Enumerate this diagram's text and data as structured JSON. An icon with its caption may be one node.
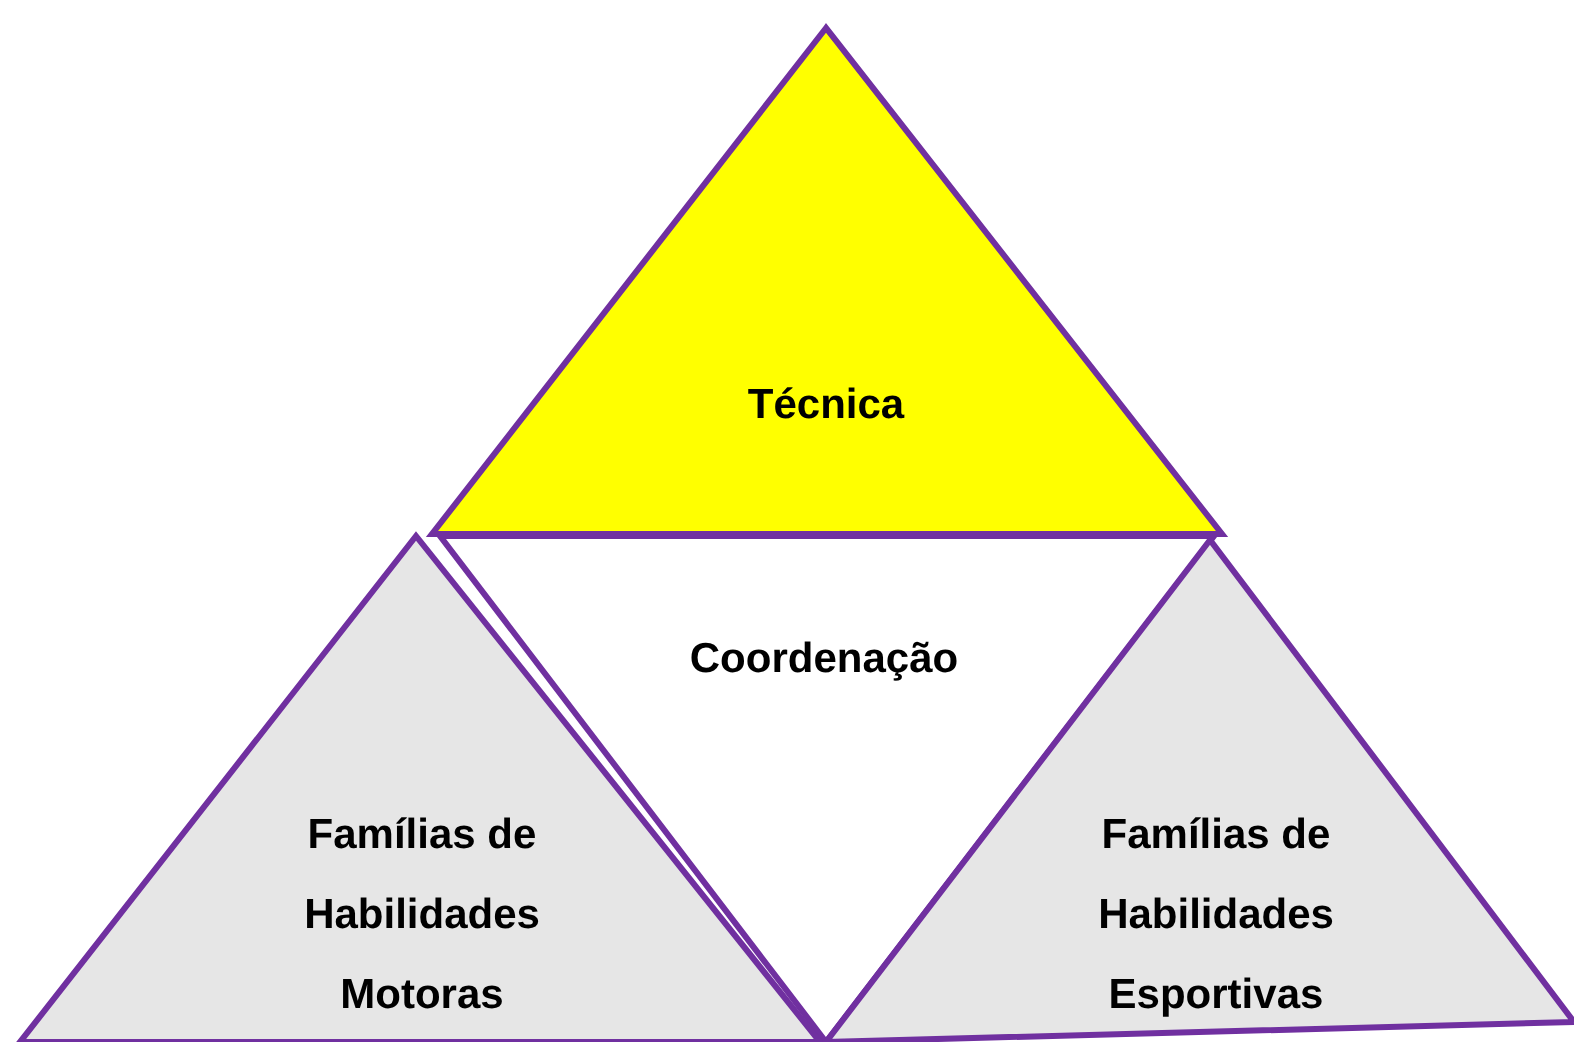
{
  "diagram": {
    "nodes": [
      {
        "text": [
          "Técnica"
        ]
      },
      {
        "text": [
          "Coordenação"
        ]
      },
      {
        "text": [
          "Famílias de Habilidades Motoras"
        ]
      },
      {
        "text": [
          "Famílias de Habilidades Esportivas"
        ]
      }
    ],
    "edges": []
  }
}
